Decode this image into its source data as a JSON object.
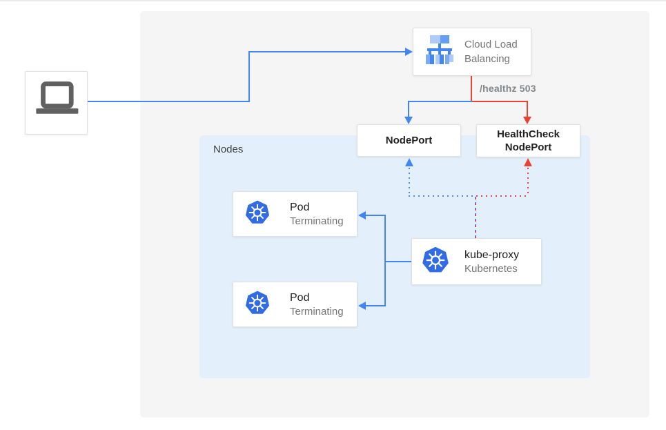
{
  "client": {
    "icon": "laptop-icon"
  },
  "load_balancer": {
    "icon": "cloud-load-balancing-icon",
    "label_line1": "Cloud Load",
    "label_line2": "Balancing"
  },
  "healthz": {
    "label": "/healthz 503"
  },
  "node_port": {
    "label": "NodePort"
  },
  "health_check_node_port": {
    "label_line1": "HealthCheck",
    "label_line2": "NodePort"
  },
  "nodes_panel": {
    "label": "Nodes"
  },
  "pods": [
    {
      "title": "Pod",
      "status": "Terminating",
      "icon": "kubernetes-icon"
    },
    {
      "title": "Pod",
      "status": "Terminating",
      "icon": "kubernetes-icon"
    }
  ],
  "kube_proxy": {
    "title": "kube-proxy",
    "subtitle": "Kubernetes",
    "icon": "kubernetes-icon"
  },
  "colors": {
    "line_blue": "#4285F4",
    "line_red": "#EA4335",
    "kubernetes_blue": "#326CE5",
    "panel_gray": "#F5F5F5",
    "panel_blue": "#E3F0FC",
    "text_dark": "#212121",
    "text_gray": "#757575"
  }
}
